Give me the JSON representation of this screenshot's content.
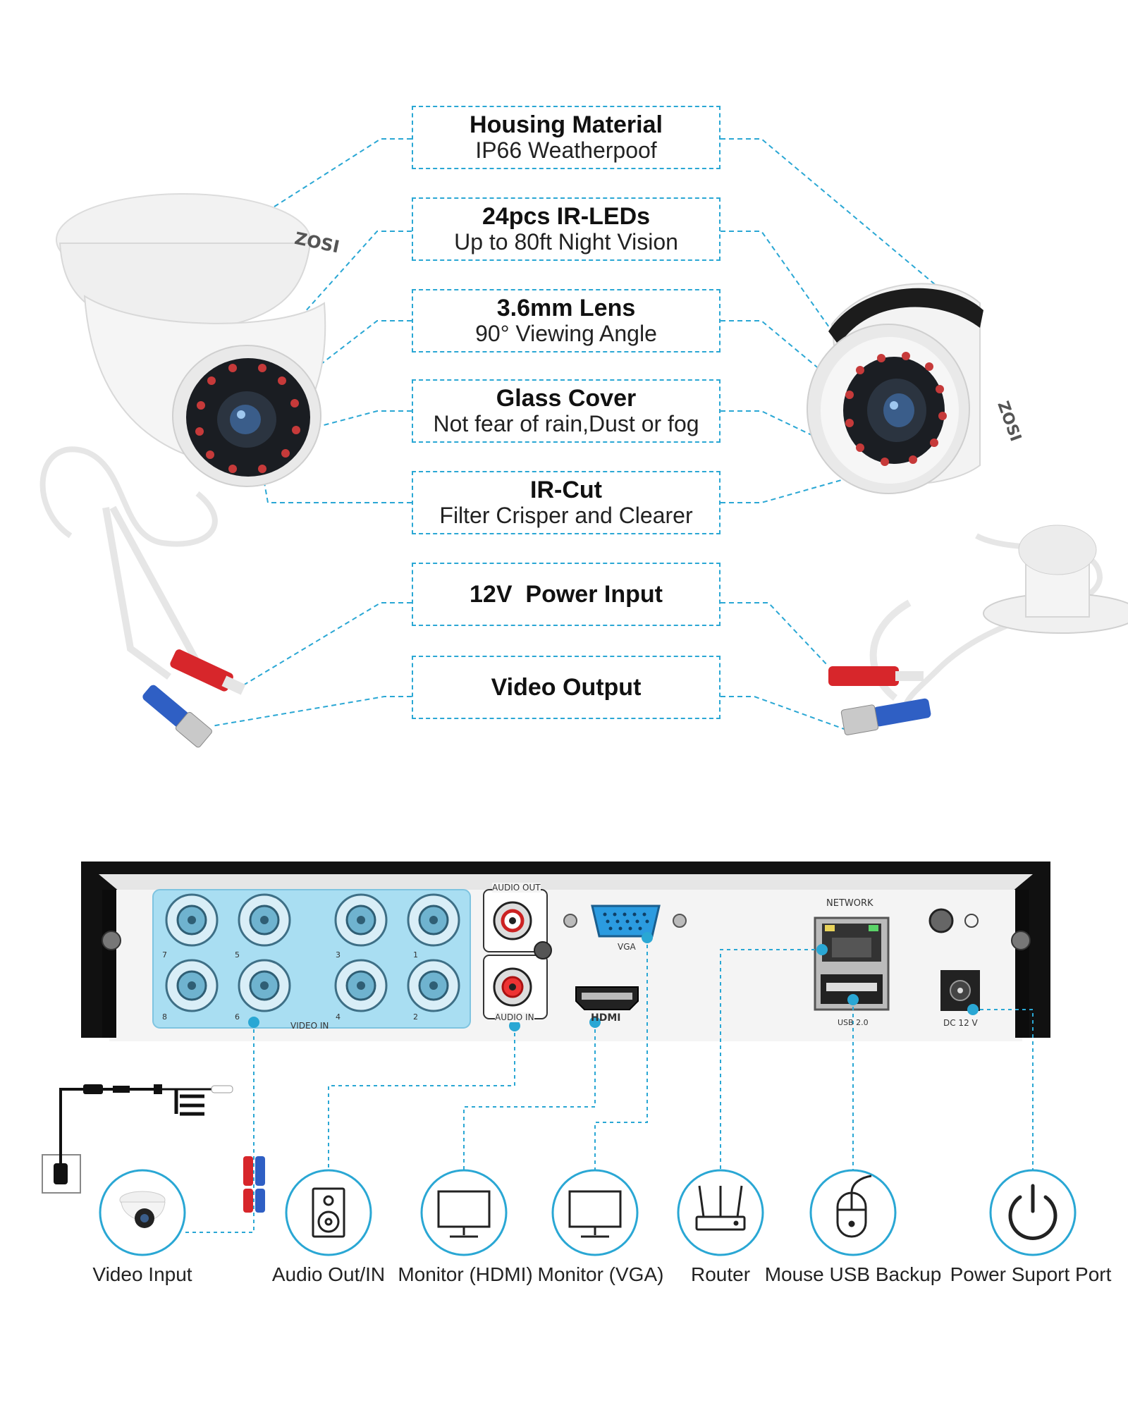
{
  "features": [
    {
      "title": "Housing Material",
      "subtitle": "IP66 Weatherpoof"
    },
    {
      "title": "24pcs IR-LEDs",
      "subtitle": "Up to 80ft Night Vision"
    },
    {
      "title": "3.6mm Lens",
      "subtitle": "90° Viewing Angle"
    },
    {
      "title": "Glass Cover",
      "subtitle": "Not fear of rain,Dust or fog"
    },
    {
      "title": "IR-Cut",
      "subtitle": "Filter Crisper and Clearer"
    },
    {
      "title": "12V  Power Input",
      "subtitle": ""
    },
    {
      "title": "Video Output",
      "subtitle": ""
    }
  ],
  "cameras": {
    "brand": "ZOSI"
  },
  "dvr": {
    "audio_out": "AUDIO OUT",
    "audio_in": "AUDIO IN",
    "vga": "VGA",
    "hdmi": "HDMI",
    "network": "NETWORK",
    "usb": "USB 2.0",
    "dc": "DC 12 V",
    "video_in": "VIDEO IN",
    "channel_numbers": [
      "7",
      "5",
      "3",
      "1",
      "8",
      "6",
      "4",
      "2"
    ]
  },
  "devices": [
    {
      "label": "Video Input",
      "icon": "dome-camera-icon"
    },
    {
      "label": "Audio Out/IN",
      "icon": "speaker-icon"
    },
    {
      "label": "Monitor (HDMI)",
      "icon": "monitor-icon"
    },
    {
      "label": "Monitor (VGA)",
      "icon": "monitor-icon"
    },
    {
      "label": "Router",
      "icon": "router-icon"
    },
    {
      "label": "Mouse USB Backup",
      "icon": "mouse-icon"
    },
    {
      "label": "Power Suport Port",
      "icon": "power-icon"
    }
  ],
  "colors": {
    "accent": "#2aa7d4",
    "panel_blue": "#a9def2",
    "dvr_black": "#111111"
  }
}
